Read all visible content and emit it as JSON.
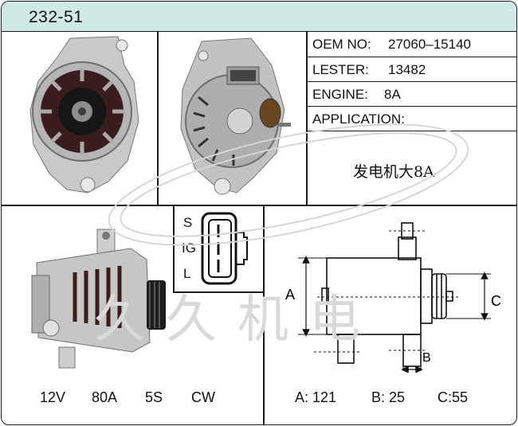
{
  "part_number": "232-51",
  "specs": [
    {
      "label": "OEM NO:",
      "value": "27060–15140"
    },
    {
      "label": "LESTER:",
      "value": "13482"
    },
    {
      "label": "ENGINE:",
      "value": "8A"
    },
    {
      "label": "APPLICATION:",
      "value": ""
    }
  ],
  "application_note": "发电机大8A",
  "connector_pins": [
    "S",
    "IG",
    "L"
  ],
  "electrical": {
    "voltage": "12V",
    "amperage": "80A",
    "pulley": "5S",
    "rotation": "CW"
  },
  "dim_labels": {
    "a": "A",
    "b": "B",
    "c": "C"
  },
  "dimensions": {
    "a": "A: 121",
    "b": "B: 25",
    "c": "C:55"
  },
  "watermark": "久久机电"
}
